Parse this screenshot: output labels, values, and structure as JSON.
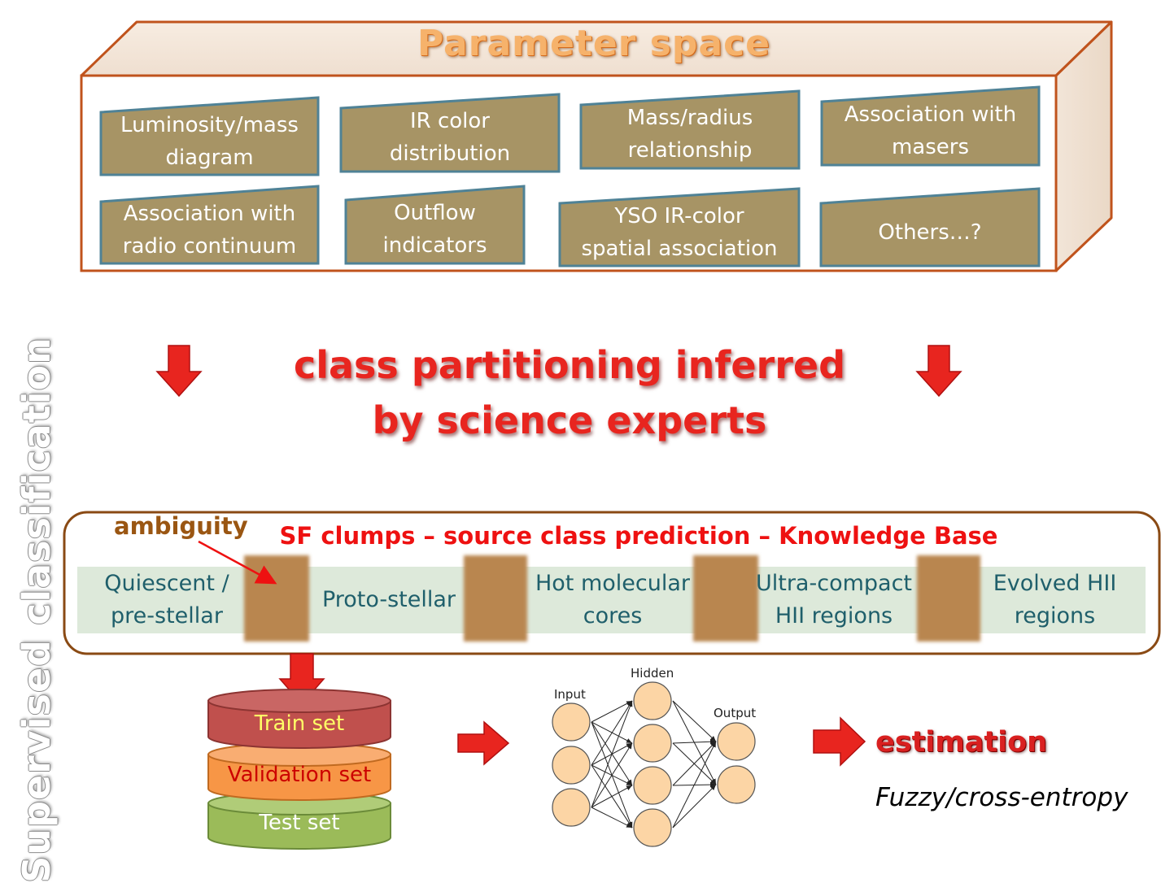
{
  "parameter_space": {
    "title": "Parameter space",
    "items": [
      {
        "label": "Luminosity/mass\ndiagram"
      },
      {
        "label": "IR color\ndistribution"
      },
      {
        "label": "Mass/radius\nrelationship"
      },
      {
        "label": "Association with\nmasers"
      },
      {
        "label": "Association with\nradio continuum"
      },
      {
        "label": "Outflow\nindicators"
      },
      {
        "label": "YSO IR-color\nspatial association"
      },
      {
        "label": "Others…?"
      }
    ]
  },
  "partition_text": {
    "line1": "class partitioning inferred",
    "line2": "by science experts"
  },
  "knowledge_base": {
    "title": "SF clumps – source class prediction – Knowledge Base",
    "ambiguity_label": "ambiguity",
    "classes": [
      {
        "label": "Quiescent /\npre-stellar"
      },
      {
        "label": "Proto-stellar"
      },
      {
        "label": "Hot molecular\ncores"
      },
      {
        "label": "Ultra-compact\nHII regions"
      },
      {
        "label": "Evolved HII\nregions"
      }
    ]
  },
  "side_label": "Supervised classification",
  "datasets": {
    "train": "Train set",
    "validation": "Validation set",
    "test": "Test set"
  },
  "network": {
    "input_label": "Input",
    "hidden_label": "Hidden",
    "output_label": "Output"
  },
  "estimation": "estimation",
  "loss_text": "Fuzzy/cross-entropy",
  "colors": {
    "param_box": "#a79465",
    "param_box_border": "#4f8296",
    "arrow_red": "#e8251f",
    "kb_band": "#dde9da",
    "train": "#c0504d",
    "validation": "#f79646",
    "test": "#9bbb59",
    "neuron": "#fcd5a5"
  }
}
